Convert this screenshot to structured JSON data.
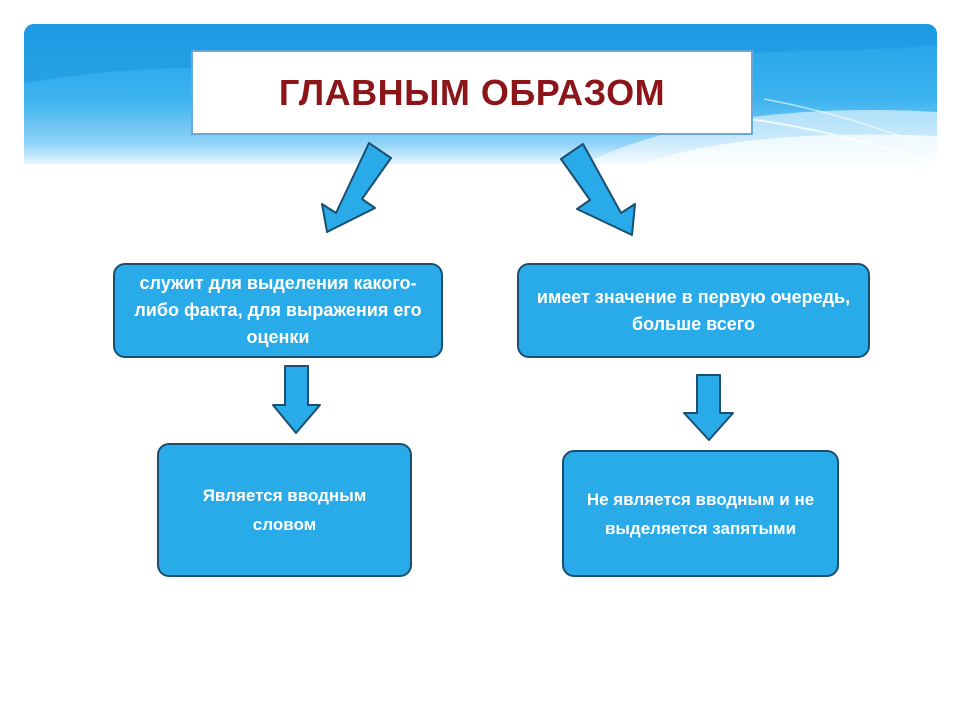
{
  "title": "ГЛАВНЫМ ОБРАЗОМ",
  "left": {
    "top_box": "служит для выделения какого-либо факта, для выражения его оценки",
    "bottom_box": "Является вводным словом"
  },
  "right": {
    "top_box": "имеет значение в первую очередь, больше всего",
    "bottom_box": "Не является вводным и не выделяется запятыми"
  },
  "colors": {
    "title_text": "#8b1518",
    "node_fill": "#29abe9",
    "node_border": "#1c4e6f",
    "banner": "#1fa0e8"
  }
}
